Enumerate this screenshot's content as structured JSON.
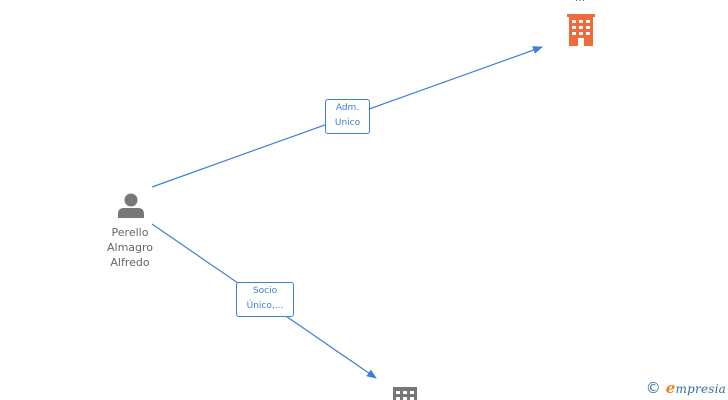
{
  "diagram": {
    "person": {
      "name_lines": [
        "Perello",
        "Almagro",
        "Alfredo"
      ],
      "icon": "person-icon",
      "color": "#777777"
    },
    "top_company": {
      "label": "...",
      "icon": "building-icon",
      "color": "#f26a3c"
    },
    "bottom_company": {
      "icon": "building-icon",
      "color": "#777777"
    },
    "edges": [
      {
        "from": "person",
        "to": "top_company",
        "label_lines": [
          "Adm.",
          "Unico"
        ]
      },
      {
        "from": "person",
        "to": "bottom_company",
        "label_lines": [
          "Socio",
          "Único,..."
        ]
      }
    ],
    "edge_color": "#3f7fd6"
  },
  "watermark": {
    "copyright_symbol": "©",
    "brand_first_letter": "e",
    "brand_rest": "mpresia",
    "brand_color": "#2f6fa3",
    "accent_color": "#f0821e"
  }
}
